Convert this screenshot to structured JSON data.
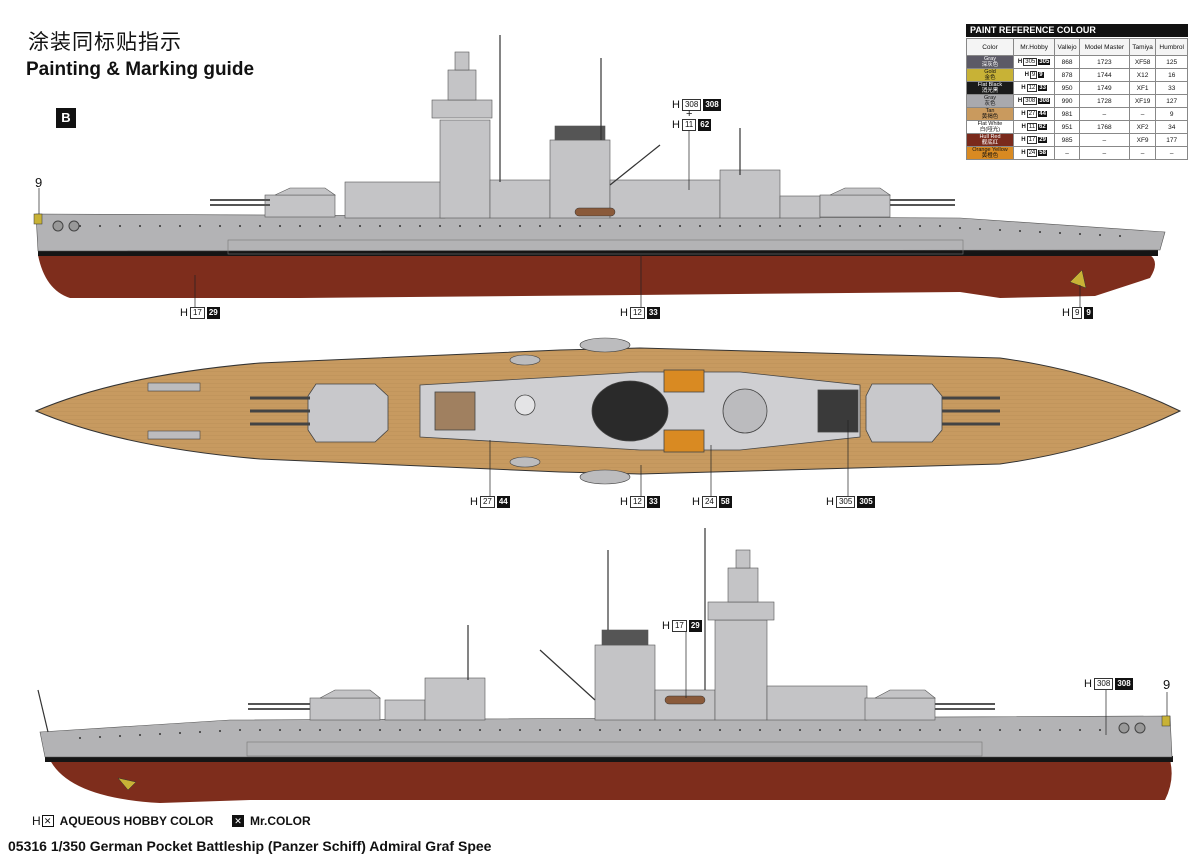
{
  "header": {
    "title_cn": "涂装同标贴指示",
    "title_en": "Painting & Marking guide",
    "sheet": "B"
  },
  "paint_table": {
    "title": "PAINT  REFERENCE COLOUR",
    "columns": [
      "Color",
      "Mr.Hobby",
      "Vallejo",
      "Model Master",
      "Tamiya",
      "Humbrol"
    ],
    "rows": [
      {
        "name": "Gray",
        "name_cn": "深灰色",
        "swatch": "#5c5a66",
        "h1": "305",
        "h2": "305",
        "vallejo": "868",
        "mm": "1723",
        "tamiya": "XF58",
        "humbrol": "125"
      },
      {
        "name": "Gold",
        "name_cn": "金色",
        "swatch": "#c8b236",
        "h1": "9",
        "h2": "9",
        "vallejo": "878",
        "mm": "1744",
        "tamiya": "X12",
        "humbrol": "16"
      },
      {
        "name": "Flat Black",
        "name_cn": "消光黑",
        "swatch": "#1a1a1a",
        "h1": "12",
        "h2": "33",
        "vallejo": "950",
        "mm": "1749",
        "tamiya": "XF1",
        "humbrol": "33"
      },
      {
        "name": "Gray",
        "name_cn": "灰色",
        "swatch": "#a9a9ad",
        "h1": "308",
        "h2": "308",
        "vallejo": "990",
        "mm": "1728",
        "tamiya": "XF19",
        "humbrol": "127"
      },
      {
        "name": "Tan",
        "name_cn": "黄褐色",
        "swatch": "#c99a5e",
        "h1": "27",
        "h2": "44",
        "vallejo": "981",
        "mm": "–",
        "tamiya": "–",
        "humbrol": "9"
      },
      {
        "name": "Flat White",
        "name_cn": "白(哑光)",
        "swatch": "#ffffff",
        "h1": "11",
        "h2": "62",
        "vallejo": "951",
        "mm": "1768",
        "tamiya": "XF2",
        "humbrol": "34"
      },
      {
        "name": "Hull Red",
        "name_cn": "舰底红",
        "swatch": "#7a2a1c",
        "h1": "17",
        "h2": "29",
        "vallejo": "985",
        "mm": "–",
        "tamiya": "XF9",
        "humbrol": "177"
      },
      {
        "name": "Orange Yellow",
        "name_cn": "黄橙色",
        "swatch": "#d98a22",
        "h1": "24",
        "h2": "58",
        "vallejo": "–",
        "mm": "–",
        "tamiya": "–",
        "humbrol": "–"
      }
    ]
  },
  "callouts": {
    "c1": {
      "h": "H",
      "a": "308",
      "b": "308"
    },
    "c1_plus": "+",
    "c2": {
      "h": "H",
      "a": "11",
      "b": "62"
    },
    "c3": {
      "h": "H",
      "a": "17",
      "b": "29"
    },
    "c4": {
      "h": "H",
      "a": "12",
      "b": "33"
    },
    "c5": {
      "h": "H",
      "a": "9",
      "b": "9"
    },
    "c6": {
      "h": "H",
      "a": "27",
      "b": "44"
    },
    "c7": {
      "h": "H",
      "a": "12",
      "b": "33"
    },
    "c8": {
      "h": "H",
      "a": "24",
      "b": "58"
    },
    "c9": {
      "h": "H",
      "a": "305",
      "b": "305"
    },
    "c10": {
      "h": "H",
      "a": "17",
      "b": "29"
    },
    "c11": {
      "h": "H",
      "a": "308",
      "b": "308"
    },
    "num_top": "9",
    "num_bottom": "9"
  },
  "legend": {
    "aqueous_label": "AQUEOUS HOBBY COLOR",
    "aqueous_prefix": "H",
    "mr_label": "Mr.COLOR"
  },
  "footer": {
    "text": "05316  1/350 German Pocket Battleship (Panzer Schiff) Admiral Graf Spee"
  }
}
